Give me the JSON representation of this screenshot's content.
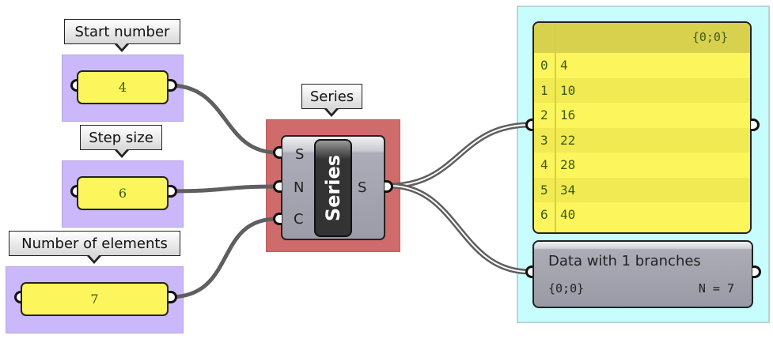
{
  "inputs": [
    {
      "id": "start",
      "label": "Start number",
      "value": "4"
    },
    {
      "id": "step",
      "label": "Step size",
      "value": "6"
    },
    {
      "id": "count",
      "label": "Number of elements",
      "value": "7"
    }
  ],
  "series_component": {
    "tag": "Series",
    "name": "Series",
    "inputs": [
      "S",
      "N",
      "C"
    ],
    "outputs": [
      "S"
    ]
  },
  "panel": {
    "path": "{0;0}",
    "rows": [
      {
        "index": "0",
        "value": "4"
      },
      {
        "index": "1",
        "value": "10"
      },
      {
        "index": "2",
        "value": "16"
      },
      {
        "index": "3",
        "value": "22"
      },
      {
        "index": "4",
        "value": "28"
      },
      {
        "index": "5",
        "value": "34"
      },
      {
        "index": "6",
        "value": "40"
      }
    ]
  },
  "param_viewer": {
    "title": "Data with 1 branches",
    "path": "{0;0}",
    "count": "N = 7"
  },
  "colors": {
    "slider_group": "#cbb8fb",
    "component_group": "#cf6b6b",
    "output_group": "#c8fdfd",
    "slider_fill": "#fdf55c",
    "wire": "#5f5f5f"
  }
}
